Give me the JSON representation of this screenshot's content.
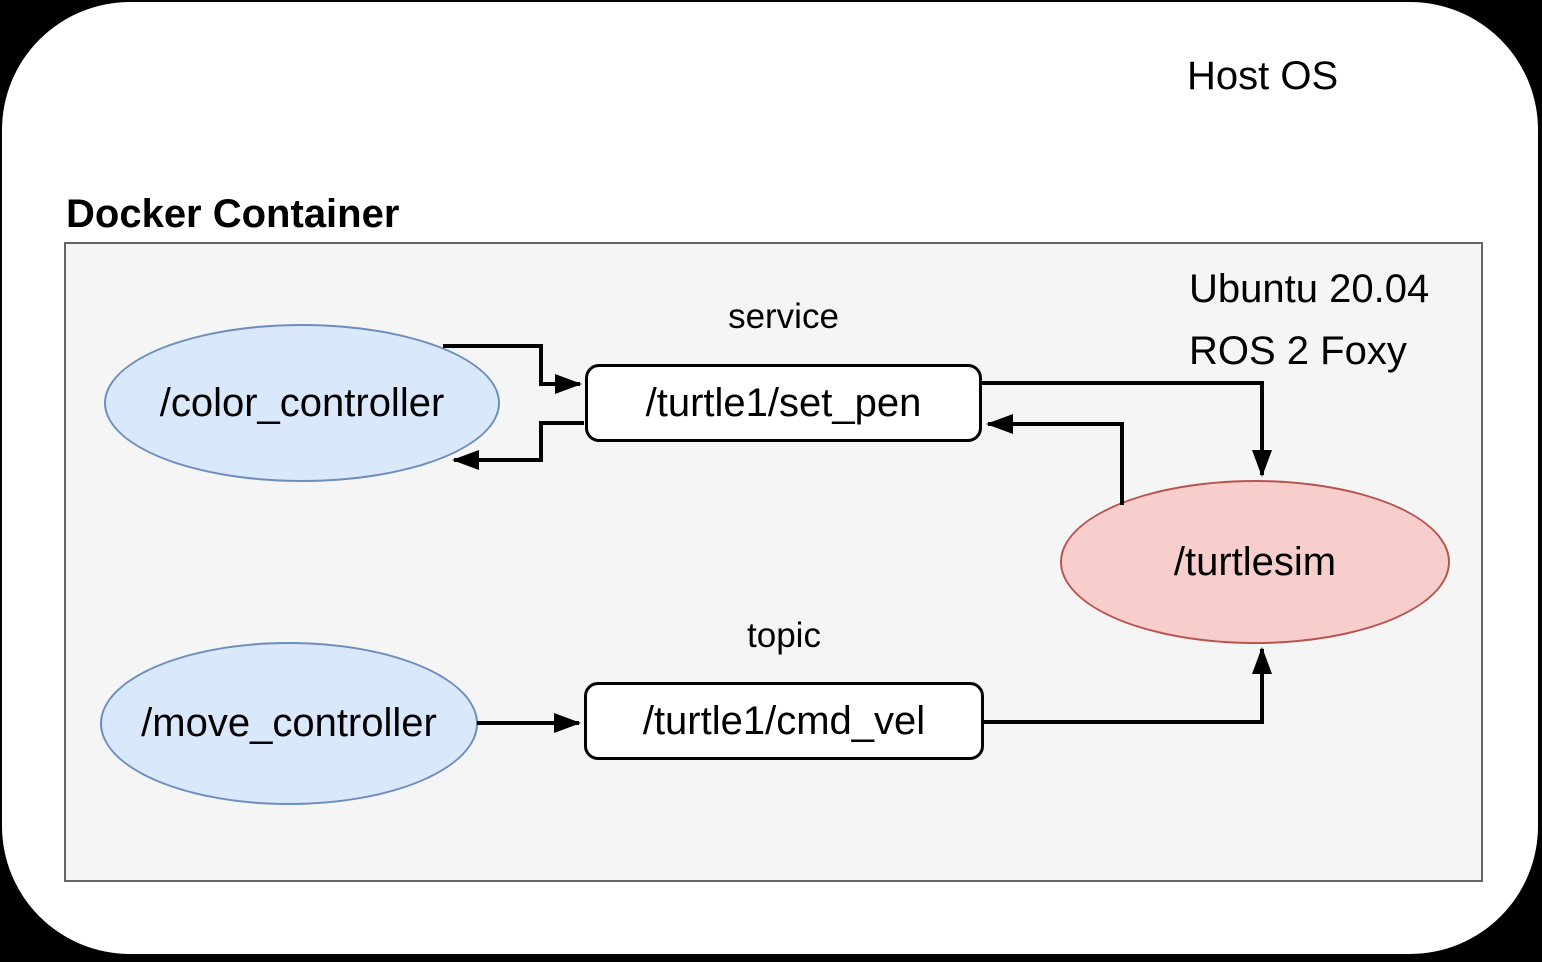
{
  "host": {
    "label": "Host OS"
  },
  "docker": {
    "title": "Docker Container",
    "env": [
      "Ubuntu 20.04",
      "ROS 2 Foxy"
    ]
  },
  "nodes": {
    "color_controller": {
      "label": "/color_controller",
      "shape": "ellipse",
      "role": "ros-node"
    },
    "move_controller": {
      "label": "/move_controller",
      "shape": "ellipse",
      "role": "ros-node"
    },
    "turtlesim": {
      "label": "/turtlesim",
      "shape": "ellipse",
      "role": "ros-node"
    },
    "set_pen": {
      "label": "/turtle1/set_pen",
      "shape": "rect",
      "role": "service",
      "type_label": "service"
    },
    "cmd_vel": {
      "label": "/turtle1/cmd_vel",
      "shape": "rect",
      "role": "topic",
      "type_label": "topic"
    }
  },
  "edges": [
    {
      "from": "/color_controller",
      "to": "/turtle1/set_pen"
    },
    {
      "from": "/turtle1/set_pen",
      "to": "/color_controller"
    },
    {
      "from": "/turtle1/set_pen",
      "to": "/turtlesim"
    },
    {
      "from": "/turtlesim",
      "to": "/turtle1/set_pen"
    },
    {
      "from": "/move_controller",
      "to": "/turtle1/cmd_vel"
    },
    {
      "from": "/turtle1/cmd_vel",
      "to": "/turtlesim"
    }
  ],
  "colors": {
    "canvas_bg": "#000000",
    "sheet_bg": "#ffffff",
    "container_fill": "#f5f5f5",
    "container_stroke": "#666666",
    "node_blue_fill": "#dae8fc",
    "node_blue_stroke": "#6c8ebf",
    "node_red_fill": "#f8cecc",
    "node_red_stroke": "#b85450",
    "rect_node_fill": "#ffffff",
    "rect_node_stroke": "#000000",
    "arrow": "#000000",
    "text": "#000000"
  }
}
